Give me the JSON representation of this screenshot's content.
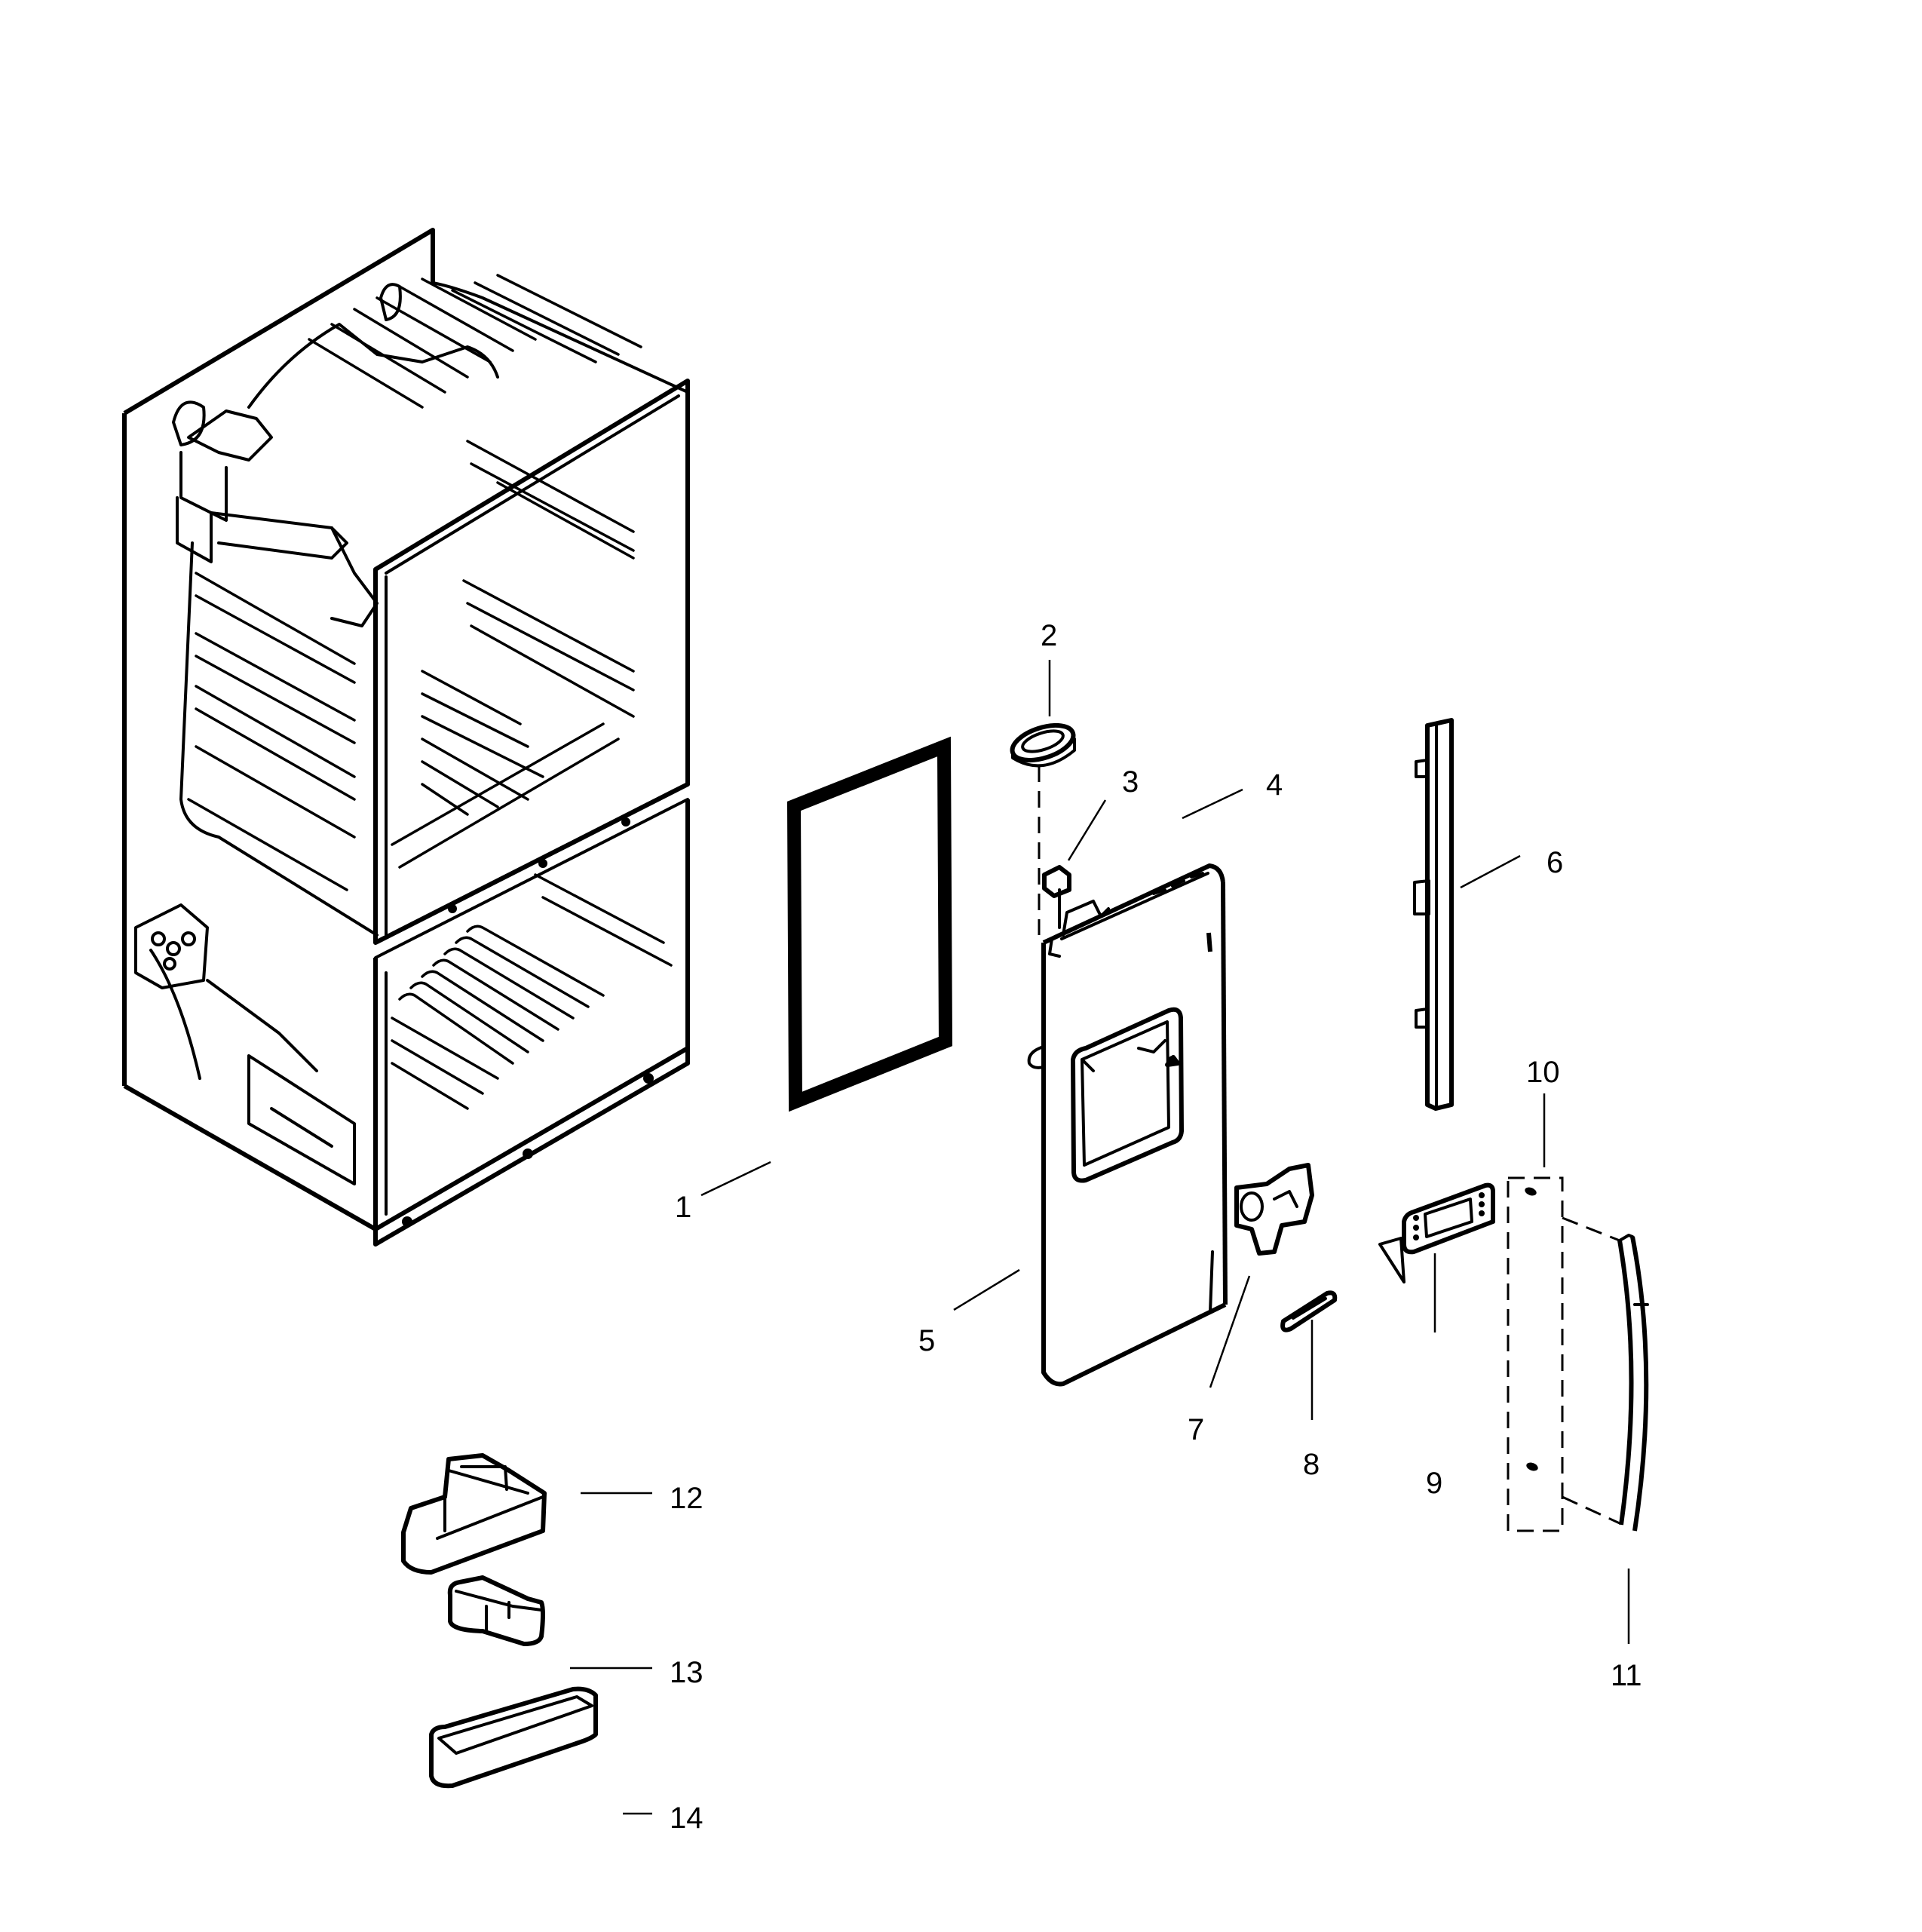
{
  "diagram": {
    "type": "exploded-parts-diagram",
    "subject": "bottom-freezer refrigerator cabinet and fresh-food door assembly",
    "callouts": [
      {
        "id": "1",
        "label": "1",
        "part": "door gasket"
      },
      {
        "id": "2",
        "label": "2",
        "part": "hinge bushing cap"
      },
      {
        "id": "3",
        "label": "3",
        "part": "hinge bushing"
      },
      {
        "id": "4",
        "label": "4",
        "part": "screw"
      },
      {
        "id": "5",
        "label": "5",
        "part": "refrigerator door with dispenser recess"
      },
      {
        "id": "6",
        "label": "6",
        "part": "door seal bar / mullion"
      },
      {
        "id": "7",
        "label": "7",
        "part": "dispenser actuator assembly"
      },
      {
        "id": "8",
        "label": "8",
        "part": "dispenser lever pad"
      },
      {
        "id": "9",
        "label": "9",
        "part": "control panel / display"
      },
      {
        "id": "10",
        "label": "10",
        "part": "handle mounting screws"
      },
      {
        "id": "11",
        "label": "11",
        "part": "door handle"
      },
      {
        "id": "12",
        "label": "12",
        "part": "large door bin"
      },
      {
        "id": "13",
        "label": "13",
        "part": "small door bin"
      },
      {
        "id": "14",
        "label": "14",
        "part": "shallow door tray"
      }
    ]
  }
}
